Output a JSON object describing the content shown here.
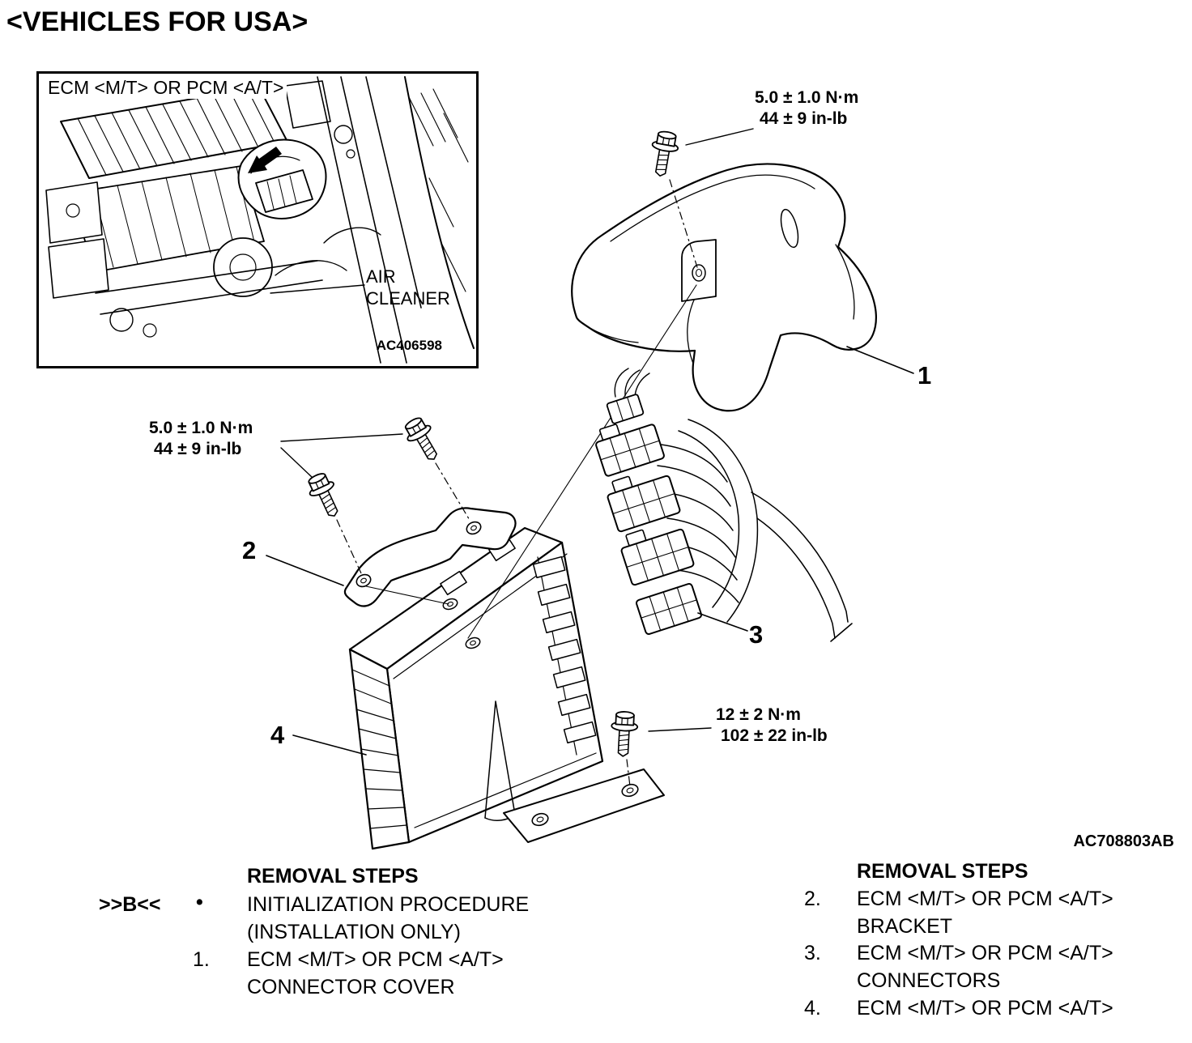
{
  "page": {
    "title": "<VEHICLES FOR USA>",
    "figure_code": "AC708803AB"
  },
  "inset": {
    "title": "ECM <M/T> OR PCM <A/T>",
    "air_cleaner_line1": "AIR",
    "air_cleaner_line2": "CLEANER",
    "figure_code": "AC406598"
  },
  "torque_specs": {
    "cover_bolt": {
      "line1": "5.0 ± 1.0 N·m",
      "line2": "44 ± 9 in-lb"
    },
    "bracket_bolts": {
      "line1": "5.0 ± 1.0 N·m",
      "line2": "44 ± 9 in-lb"
    },
    "ecm_bolt": {
      "line1": "12 ± 2 N·m",
      "line2": "102 ± 22 in-lb"
    }
  },
  "callouts": {
    "c1": "1",
    "c2": "2",
    "c3": "3",
    "c4": "4"
  },
  "steps_left": {
    "heading": "REMOVAL STEPS",
    "b_marker": ">>B<<",
    "bullet": "•",
    "init_line1": "INITIALIZATION PROCEDURE",
    "init_line2": "(INSTALLATION ONLY)",
    "step1_num": "1.",
    "step1_line1": "ECM <M/T> OR PCM <A/T>",
    "step1_line2": "CONNECTOR COVER"
  },
  "steps_right": {
    "heading": "REMOVAL STEPS",
    "step2_num": "2.",
    "step2_line1": "ECM <M/T> OR PCM <A/T>",
    "step2_line2": "BRACKET",
    "step3_num": "3.",
    "step3_line1": "ECM <M/T> OR PCM <A/T>",
    "step3_line2": "CONNECTORS",
    "step4_num": "4.",
    "step4_line1": "ECM <M/T> OR PCM <A/T>"
  }
}
